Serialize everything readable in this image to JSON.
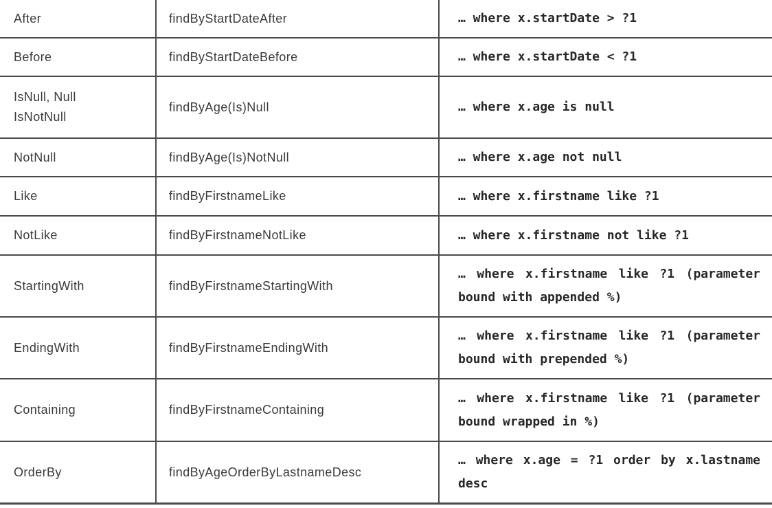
{
  "colors": {
    "grid_line": "#4a4a4c",
    "keyword_text": "#3a3a3e",
    "code_text": "#27272b",
    "background": "#ffffff"
  },
  "table": {
    "rows": [
      {
        "keyword": "After",
        "sample": "findByStartDateAfter",
        "jpql": "… where x.startDate > ?1"
      },
      {
        "keyword": "Before",
        "sample": "findByStartDateBefore",
        "jpql": "… where x.startDate < ?1"
      },
      {
        "keyword": [
          "IsNull, Null",
          "IsNotNull"
        ],
        "sample": "findByAge(Is)Null",
        "jpql": "… where x.age is null"
      },
      {
        "keyword": "NotNull",
        "sample": "findByAge(Is)NotNull",
        "jpql": "… where x.age not null"
      },
      {
        "keyword": "Like",
        "sample": "findByFirstnameLike",
        "jpql": "… where x.firstname like ?1"
      },
      {
        "keyword": "NotLike",
        "sample": "findByFirstnameNotLike",
        "jpql": "… where x.firstname not like ?1"
      },
      {
        "keyword": "StartingWith",
        "sample": "findByFirstnameStartingWith",
        "jpql": "… where x.firstname like ?1 (parameter bound with appended %)"
      },
      {
        "keyword": "EndingWith",
        "sample": "findByFirstnameEndingWith",
        "jpql": "… where x.firstname like ?1 (parameter bound with prepended %)"
      },
      {
        "keyword": "Containing",
        "sample": "findByFirstnameContaining",
        "jpql": "… where x.firstname like ?1 (parameter bound wrapped in %)"
      },
      {
        "keyword": "OrderBy",
        "sample": "findByAgeOrderByLastnameDesc",
        "jpql": "… where x.age = ?1 order by x.lastname desc"
      }
    ]
  }
}
